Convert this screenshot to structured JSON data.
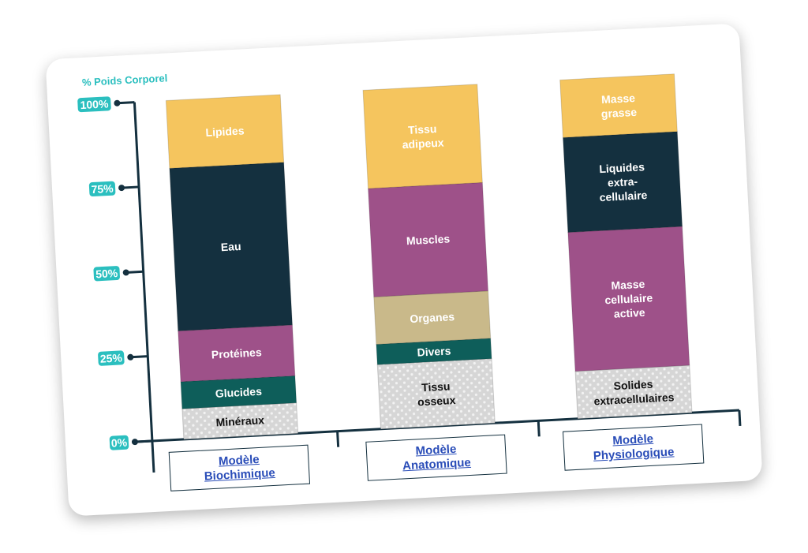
{
  "chart_data": {
    "type": "bar",
    "stacked": true,
    "ylabel": "% Poids Corporel",
    "ylim": [
      0,
      100
    ],
    "yticks": [
      "0%",
      "25%",
      "50%",
      "75%",
      "100%"
    ],
    "categories": [
      "Modèle Biochimique",
      "Modèle Anatomique",
      "Modèle Physiologique"
    ],
    "stacks": [
      {
        "category": "Modèle Biochimique",
        "segments": [
          {
            "label": [
              "Minéraux"
            ],
            "value": 9,
            "color": "dotted",
            "text": "#111111"
          },
          {
            "label": [
              "Glucides"
            ],
            "value": 8,
            "color": "#0e5e5a",
            "text": "#ffffff"
          },
          {
            "label": [
              "Protéines"
            ],
            "value": 15,
            "color": "#9e5189",
            "text": "#ffffff"
          },
          {
            "label": [
              "Eau"
            ],
            "value": 48,
            "color": "#14303f",
            "text": "#ffffff"
          },
          {
            "label": [
              "Lipides"
            ],
            "value": 20,
            "color": "#f5c55e",
            "text": "#ffffff"
          }
        ]
      },
      {
        "category": "Modèle Anatomique",
        "segments": [
          {
            "label": [
              "Tissu",
              "osseux"
            ],
            "value": 19,
            "color": "dotted",
            "text": "#111111"
          },
          {
            "label": [
              "Divers"
            ],
            "value": 6,
            "color": "#0e5e5a",
            "text": "#ffffff"
          },
          {
            "label": [
              "Organes"
            ],
            "value": 14,
            "color": "#c9b98a",
            "text": "#ffffff"
          },
          {
            "label": [
              "Muscles"
            ],
            "value": 32,
            "color": "#9e5189",
            "text": "#ffffff"
          },
          {
            "label": [
              "Tissu",
              "adipeux"
            ],
            "value": 29,
            "color": "#f5c55e",
            "text": "#ffffff"
          }
        ]
      },
      {
        "category": "Modèle Physiologique",
        "segments": [
          {
            "label": [
              "Solides",
              "extracellulaires"
            ],
            "value": 14,
            "color": "dotted",
            "text": "#111111"
          },
          {
            "label": [
              "Masse",
              "cellulaire",
              "active"
            ],
            "value": 41,
            "color": "#9e5189",
            "text": "#ffffff"
          },
          {
            "label": [
              "Liquides",
              "extra-",
              "cellulaire"
            ],
            "value": 28,
            "color": "#14303f",
            "text": "#ffffff"
          },
          {
            "label": [
              "Masse",
              "grasse"
            ],
            "value": 17,
            "color": "#f5c55e",
            "text": "#ffffff"
          }
        ]
      }
    ]
  },
  "colors": {
    "accent": "#2bbfbf",
    "axis": "#14303f",
    "link": "#2a4db8"
  }
}
